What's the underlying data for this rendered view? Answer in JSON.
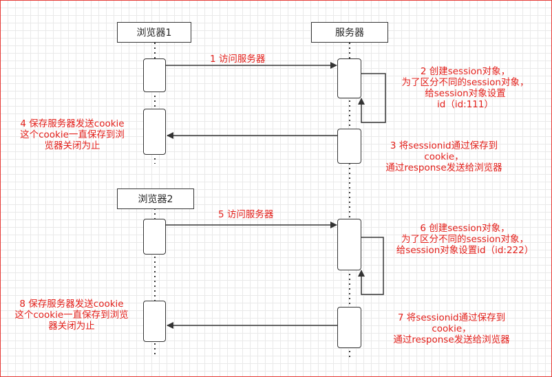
{
  "participants": {
    "browser1": "浏览器1",
    "server": "服务器",
    "browser2": "浏览器2"
  },
  "messages": {
    "m1": "1 访问服务器",
    "m2": "2 创建session对象，\n为了区分不同的session对象，\n给session对象设置\nid（id:111）",
    "m3": "3 将sessionid通过保存到\ncookie，\n通过response发送给浏览器",
    "m4": "4 保存服务器发送cookie\n这个cookie一直保存到浏\n览器关闭为止",
    "m5": "5 访问服务器",
    "m6": "6 创建session对象，\n为了区分不同的session对象，\n给session对象设置id（id:222）",
    "m7": "7 将sessionid通过保存到\ncookie，\n通过response发送给浏览器",
    "m8": "8 保存服务器发送cookie\n这个cookie一直保存到浏览\n器关闭为止"
  },
  "colors": {
    "label": "#e3201b",
    "line": "#333333",
    "frame": "#e53935"
  }
}
